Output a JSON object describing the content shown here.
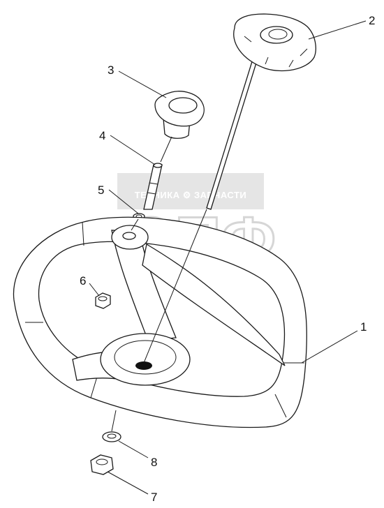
{
  "watermark": {
    "brand_text": "ТЕХНИКА ⚙ ЗАПЧАСТИ",
    "logo_letters": "ЭПФ"
  },
  "callouts": [
    {
      "id": "1",
      "label": "1"
    },
    {
      "id": "2",
      "label": "2"
    },
    {
      "id": "3",
      "label": "3"
    },
    {
      "id": "4",
      "label": "4"
    },
    {
      "id": "5",
      "label": "5"
    },
    {
      "id": "6",
      "label": "6"
    },
    {
      "id": "7",
      "label": "7"
    },
    {
      "id": "8",
      "label": "8"
    }
  ],
  "colors": {
    "line": "#1a1a1a",
    "watermark": "#c8c8c8",
    "background": "#ffffff"
  }
}
